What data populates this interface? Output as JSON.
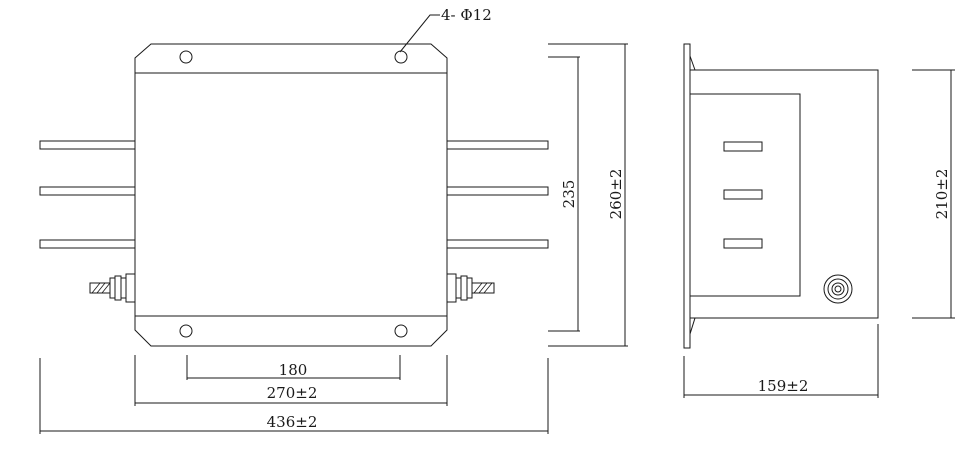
{
  "dimensions": {
    "hole_callout": "4- Φ12",
    "hole_spacing": "180",
    "body_width": "270±2",
    "overall_width": "436±2",
    "hole_pitch": "235",
    "body_height": "260±2",
    "side_depth": "159±2",
    "side_height": "210±2"
  }
}
